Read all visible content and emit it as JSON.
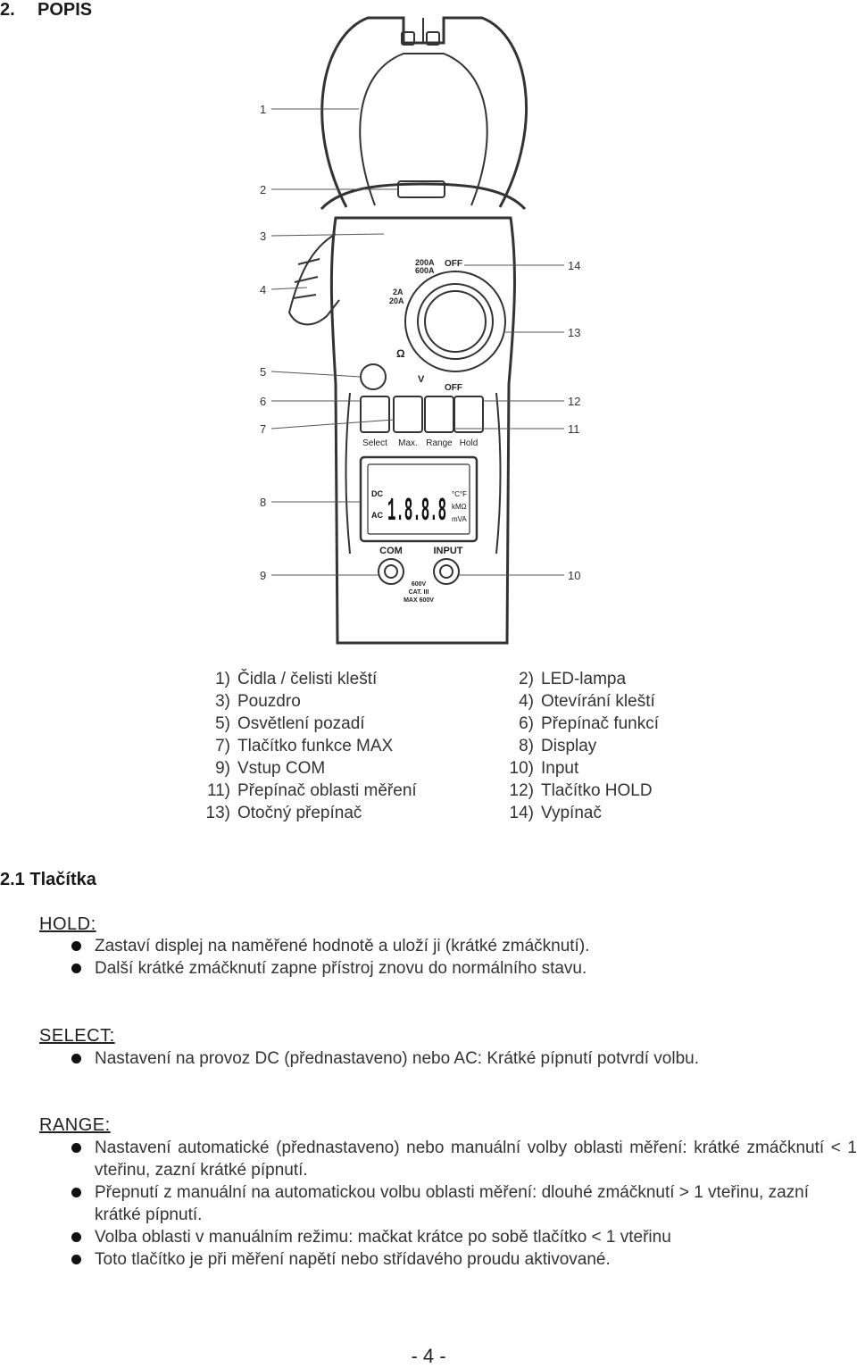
{
  "section": {
    "number": "2.",
    "title": "POPIS"
  },
  "figure": {
    "callouts": [
      "1",
      "2",
      "3",
      "4",
      "5",
      "6",
      "7",
      "8",
      "9",
      "10",
      "11",
      "12",
      "13",
      "14"
    ],
    "dial_labels": {
      "a200": "200A",
      "a600": "600A",
      "off_top": "OFF",
      "a2": "2A",
      "a20": "20A",
      "ohm": "Ω",
      "v": "V",
      "off_bottom": "OFF"
    },
    "buttons": [
      "Select",
      "Max.",
      "Range",
      "Hold"
    ],
    "lcd": {
      "digits": "1.8.8.8",
      "dc": "DC",
      "ac": "AC",
      "units1": "°C°F",
      "units2": "kMΩ",
      "units3": "mVA"
    },
    "terminals": {
      "com": "COM",
      "input": "INPUT",
      "rating1": "600V",
      "rating2": "CAT. III",
      "rating3": "MAX 600V"
    }
  },
  "legend": {
    "left": [
      {
        "n": "1)",
        "t": "Čidla / čelisti kleští"
      },
      {
        "n": "3)",
        "t": "Pouzdro"
      },
      {
        "n": "5)",
        "t": "Osvětlení pozadí"
      },
      {
        "n": "7)",
        "t": "Tlačítko funkce MAX"
      },
      {
        "n": "9)",
        "t": "Vstup COM"
      },
      {
        "n": "11)",
        "t": "Přepínač oblasti měření"
      },
      {
        "n": "13)",
        "t": "Otočný přepínač"
      }
    ],
    "right": [
      {
        "n": "2)",
        "t": "LED-lampa"
      },
      {
        "n": "4)",
        "t": "Otevírání kleští"
      },
      {
        "n": "6)",
        "t": "Přepínač funkcí"
      },
      {
        "n": "8)",
        "t": "Display"
      },
      {
        "n": "10)",
        "t": "Input"
      },
      {
        "n": "12)",
        "t": "Tlačítko HOLD"
      },
      {
        "n": "14)",
        "t": "Vypínač"
      }
    ]
  },
  "subsection": {
    "number": "2.1",
    "title": "Tlačítka"
  },
  "hold": {
    "label": "HOLD:",
    "items": [
      "Zastaví displej na naměřené hodnotě a uloží ji (krátké zmáčknutí).",
      "Další krátké zmáčknutí zapne přístroj znovu do normálního stavu."
    ]
  },
  "select": {
    "label": "SELECT:",
    "items": [
      "Nastavení na provoz DC (přednastaveno) nebo AC: Krátké pípnutí potvrdí volbu."
    ]
  },
  "range": {
    "label": "RANGE:",
    "items": [
      "Nastavení automatické (přednastaveno) nebo manuální volby oblasti měření: krátké zmáčknutí < 1 vteřinu, zazní krátké pípnutí.",
      "Přepnutí z manuální na automatickou volbu oblasti měření: dlouhé zmáčknutí > 1 vteřinu, zazní krátké pípnutí.",
      "Volba oblasti v manuálním režimu: mačkat krátce po sobě tlačítko < 1 vteřinu",
      "Toto tlačítko je při měření napětí nebo střídavého proudu aktivované."
    ]
  },
  "page_number": "- 4 -"
}
